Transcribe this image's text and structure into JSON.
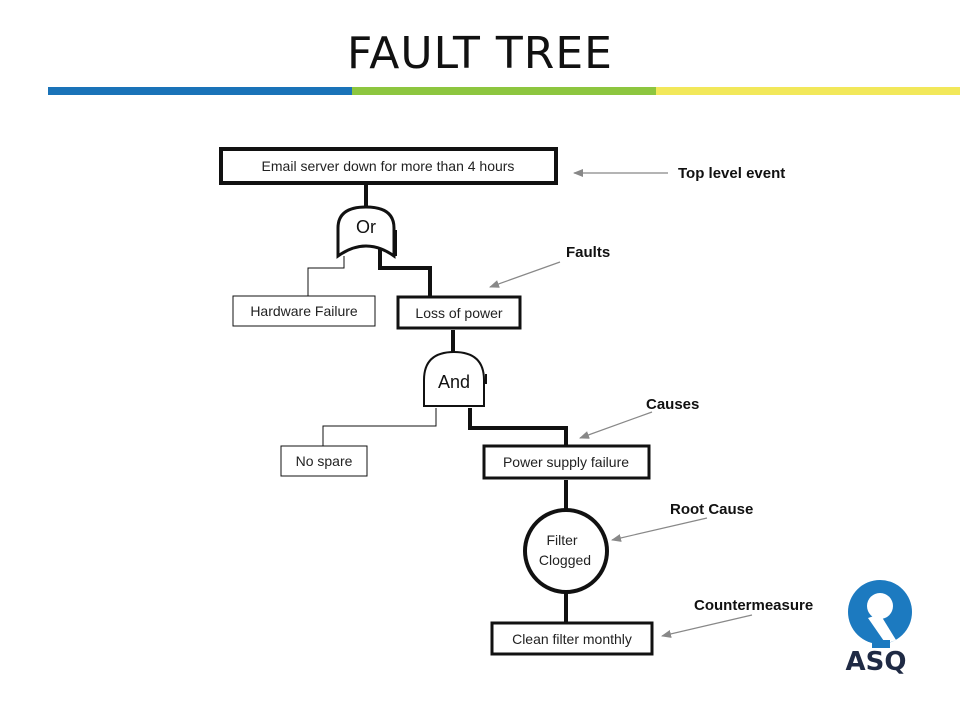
{
  "title": "FAULT TREE",
  "colors": {
    "bar_blue": "#1a73b8",
    "bar_green": "#8dc63f",
    "bar_yellow": "#f2e85a",
    "logo_blue": "#1c7ac0",
    "logo_dark": "#1f2a44"
  },
  "diagram": {
    "top_event": "Email server down for more than 4 hours",
    "gate_or": "Or",
    "gate_and": "And",
    "hardware_failure": "Hardware Failure",
    "loss_of_power": "Loss of power",
    "no_spare": "No spare",
    "power_supply_failure": "Power supply failure",
    "root_cause_line1": "Filter",
    "root_cause_line2": "Clogged",
    "countermeasure_box": "Clean filter monthly"
  },
  "annotations": {
    "top_level_event": "Top level event",
    "faults": "Faults",
    "causes": "Causes",
    "root_cause": "Root Cause",
    "countermeasure": "Countermeasure"
  },
  "logo": {
    "text": "ASQ",
    "icon": "asq-q-logo-icon"
  }
}
